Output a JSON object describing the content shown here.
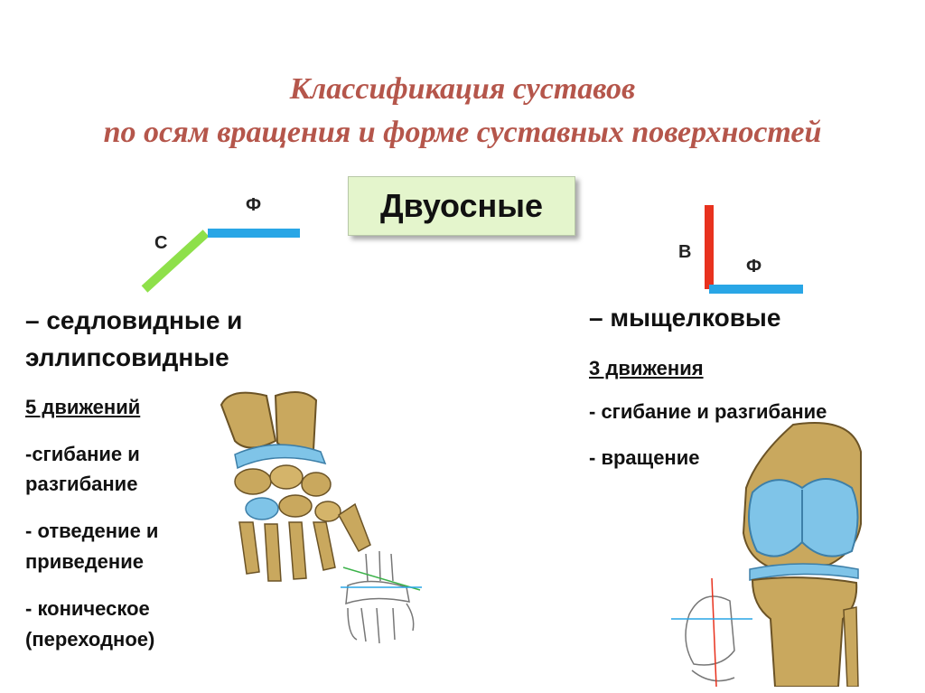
{
  "title": {
    "line1": "Классификация суставов",
    "line2": "по осям вращения и форме суставных поверхностей"
  },
  "badge": "Двуосные",
  "left": {
    "axis_labels": {
      "c": "С",
      "f": "Ф"
    },
    "heading1": "– седловидные и",
    "heading2": "эллипсовидные",
    "count": "5 движений",
    "items": [
      "-сгибание и",
      "разгибание",
      "- отведение и",
      "приведение",
      "- коническое",
      "(переходное)"
    ]
  },
  "right": {
    "axis_labels": {
      "v": "В",
      "f": "Ф"
    },
    "heading": "– мыщелковые",
    "count": "3 движения",
    "items": [
      "- сгибание и разгибание",
      "- вращение"
    ]
  },
  "colors": {
    "title": "#b5564b",
    "axis_green": "#8ee04a",
    "axis_blue": "#29a6e6",
    "axis_red": "#e8321e",
    "cartilage_blue": "#7fc4e8",
    "bone": "#c9a85e"
  },
  "images": [
    "wrist-joint-illustration",
    "knee-joint-illustration"
  ]
}
